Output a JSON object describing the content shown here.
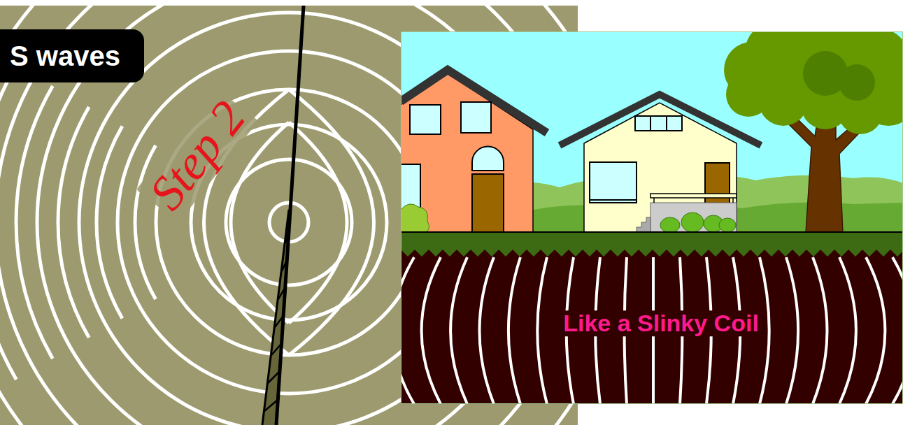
{
  "diagram": {
    "nodes": [
      {
        "text": [
          "S waves"
        ]
      }
    ],
    "labels": [
      "Step 2",
      "Like a Slinky Coil"
    ]
  }
}
